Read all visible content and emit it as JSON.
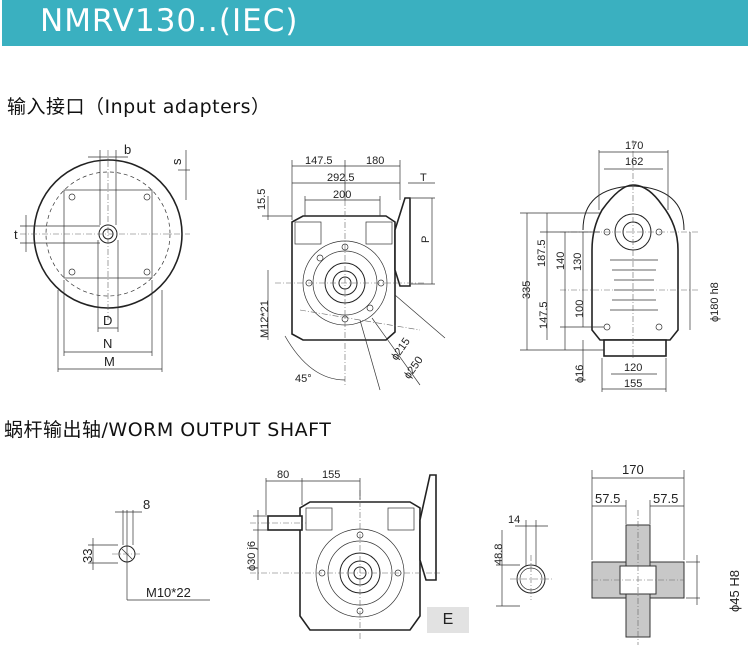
{
  "header": {
    "title": "NMRV130..(IEC)",
    "background": "#3ab0c0"
  },
  "sections": {
    "input_adapters": "输入接口（Input adapters）",
    "worm_output_shaft": "蜗杆输出轴/WORM OUTPUT SHAFT"
  },
  "input_flange": {
    "b": "b",
    "s": "s",
    "t": "t",
    "d": "D",
    "n": "N",
    "m": "M"
  },
  "side_view": {
    "d147_5": "147.5",
    "d180": "180",
    "d292_5": "292.5",
    "d200": "200",
    "t": "T",
    "p": "P",
    "d15_5": "15.5",
    "m12": "M12*21",
    "d215": "ϕ215",
    "d250": "ϕ250",
    "angle": "45°"
  },
  "front_view": {
    "d170": "170",
    "d162": "162",
    "d335": "335",
    "d187_5": "187.5",
    "d140": "140",
    "d130": "130",
    "d147_5": "147.5",
    "d100": "100",
    "d180h8": "ϕ180 h8",
    "d16": "ϕ16",
    "d120": "120",
    "d155": "155"
  },
  "shaft_end": {
    "d8": "8",
    "d33": "33",
    "m10": "M10*22"
  },
  "worm_view": {
    "d80": "80",
    "d155": "155",
    "d30j6": "ϕ30 j6"
  },
  "e_label": "E",
  "hub": {
    "d14": "14",
    "d48_8": "48.8"
  },
  "output_shaft": {
    "d170": "170",
    "d57_5a": "57.5",
    "d57_5b": "57.5",
    "d45h8": "ϕ45 H8"
  }
}
